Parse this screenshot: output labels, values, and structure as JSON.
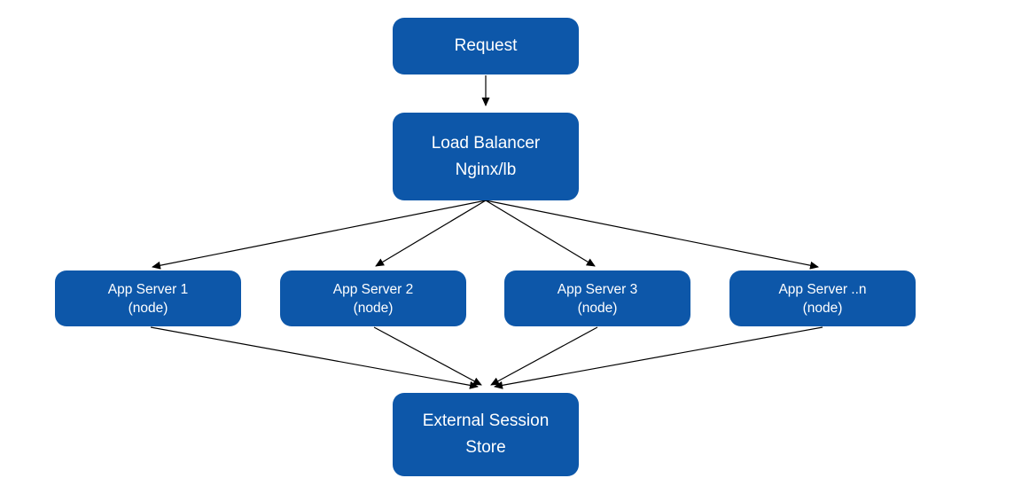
{
  "diagram": {
    "background_color": "#ffffff",
    "node_fill_color": "#0d57a9",
    "node_text_color": "#ffffff",
    "arrow_color": "#000000",
    "nodes": {
      "request": {
        "lines": [
          "Request"
        ]
      },
      "load_balancer": {
        "lines": [
          "Load Balancer",
          "Nginx/lb"
        ]
      },
      "app_server_1": {
        "lines": [
          "App Server 1",
          "(node)"
        ]
      },
      "app_server_2": {
        "lines": [
          "App Server 2",
          "(node)"
        ]
      },
      "app_server_3": {
        "lines": [
          "App Server 3",
          "(node)"
        ]
      },
      "app_server_n": {
        "lines": [
          "App Server ..n",
          "(node)"
        ]
      },
      "session_store": {
        "lines": [
          "External Session",
          "Store"
        ]
      }
    },
    "edges": [
      {
        "from": "request",
        "to": "load_balancer"
      },
      {
        "from": "load_balancer",
        "to": "app_server_1"
      },
      {
        "from": "load_balancer",
        "to": "app_server_2"
      },
      {
        "from": "load_balancer",
        "to": "app_server_3"
      },
      {
        "from": "load_balancer",
        "to": "app_server_n"
      },
      {
        "from": "app_server_1",
        "to": "session_store"
      },
      {
        "from": "app_server_2",
        "to": "session_store"
      },
      {
        "from": "app_server_3",
        "to": "session_store"
      },
      {
        "from": "app_server_n",
        "to": "session_store"
      }
    ]
  }
}
